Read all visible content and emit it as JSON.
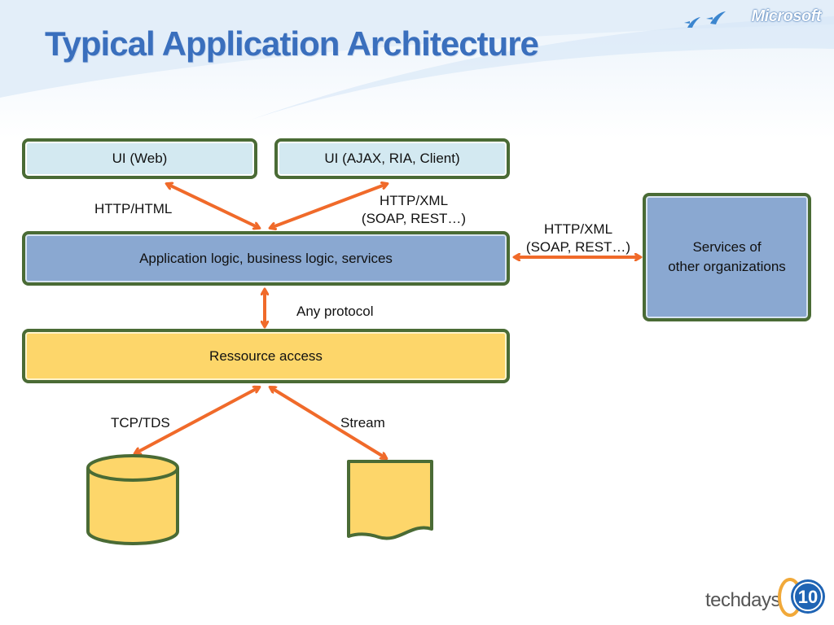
{
  "header": {
    "title": "Typical Application Architecture",
    "brand": "Microsoft"
  },
  "nodes": {
    "ui_web": "UI (Web)",
    "ui_ajax": "UI (AJAX, RIA, Client)",
    "app_logic": "Application logic, business logic, services",
    "resource_access": "Ressource access",
    "services_other_line1": "Services of",
    "services_other_line2": "other organizations"
  },
  "edges": {
    "http_html": "HTTP/HTML",
    "http_xml_1_line1": "HTTP/XML",
    "http_xml_1_line2": "(SOAP, REST…)",
    "http_xml_2_line1": "HTTP/XML",
    "http_xml_2_line2": "(SOAP, REST…)",
    "any_protocol": "Any protocol",
    "tcp_tds": "TCP/TDS",
    "stream": "Stream"
  },
  "footer": {
    "brand": "techdays",
    "edition": "10"
  },
  "colors": {
    "arrow": "#f06a2a",
    "title": "#3a6fbd",
    "box_border": "#4a6b35",
    "box_light": "#d3e9f1",
    "box_blue": "#8aa8d1",
    "box_yellow": "#fdd66a"
  }
}
